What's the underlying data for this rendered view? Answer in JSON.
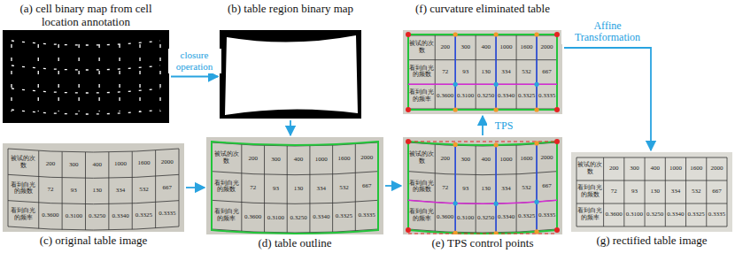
{
  "diagram": {
    "nodes": [
      {
        "text": [
          "(a) cell binary map from cell location annotation"
        ]
      },
      {
        "text": [
          "(b) table region binary map"
        ]
      },
      {
        "text": [
          "(f) curvature eliminated table"
        ]
      },
      {
        "text": [
          "(c) original table image"
        ]
      },
      {
        "text": [
          "(d) table outline"
        ]
      },
      {
        "text": [
          "(e) TPS control points"
        ]
      },
      {
        "text": [
          "(g) rectified table image"
        ]
      }
    ],
    "edges": [
      {
        "from": 0,
        "to": 1,
        "arrow": "to",
        "label": "closure operation"
      },
      {
        "from": 1,
        "to": 4,
        "arrow": "to"
      },
      {
        "from": 3,
        "to": 4,
        "arrow": "to"
      },
      {
        "from": 4,
        "to": 5,
        "arrow": "to"
      },
      {
        "from": 5,
        "to": 2,
        "arrow": "to",
        "label": "TPS"
      },
      {
        "from": 2,
        "to": 6,
        "arrow": "to",
        "label": "Affine Transformation"
      }
    ],
    "labels": [
      "被试的次数",
      "200",
      "300",
      "400",
      "1000",
      "1600",
      "2000",
      "看到白光的频数",
      "72",
      "93",
      "130",
      "334",
      "532",
      "667",
      "看到白光的频率",
      "0.3600",
      "0.3100",
      "0.3250",
      "0.3340",
      "0.3325",
      "0.3335",
      "被试的次数",
      "200",
      "300",
      "400",
      "1000",
      "1600",
      "2000",
      "看到白光的频数",
      "72",
      "93",
      "130",
      "334",
      "532",
      "667",
      "看到白光的频率",
      "0.3600",
      "0.3100",
      "0.3250",
      "0.3340",
      "0.3325",
      "0.3335",
      "被试的次数",
      "200",
      "300",
      "400",
      "1000",
      "1600",
      "2000",
      "看到白光的频数",
      "72",
      "93",
      "130",
      "334",
      "532",
      "667",
      "看到白光的频率",
      "0.3600",
      "0.3100",
      "0.3250",
      "0.3340",
      "0.3325",
      "0.3335",
      "被试的次数",
      "200",
      "300",
      "400",
      "1000",
      "1600",
      "2000",
      "看到白光的频数",
      "72",
      "93",
      "130",
      "334",
      "532",
      "667",
      "看到白光的频率",
      "0.3600",
      "0.3100",
      "0.3250",
      "0.3340",
      "0.3325",
      "0.3335",
      "被试的次数",
      "200",
      "300",
      "400",
      "1000",
      "1600",
      "2000",
      "看到白光的频数",
      "72",
      "93",
      "130",
      "334",
      "532",
      "667",
      "看到白光的频率",
      "0.3600",
      "0.3100",
      "0.3250",
      "0.3340",
      "0.3325",
      "0.3335"
    ]
  }
}
